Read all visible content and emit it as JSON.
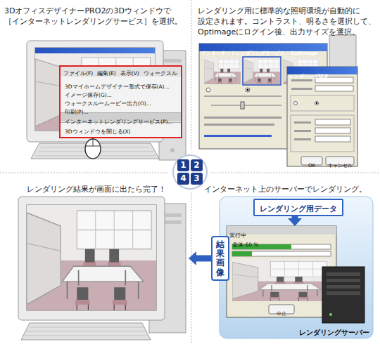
{
  "diagram": {
    "nodes": [
      {
        "text": [
          "3DオフィスデザイナーPRO2の3Dウィンドウで ［インターネットレンダリングサービス］を選択。"
        ]
      },
      {
        "text": [
          "ファイル(F)",
          "編集(E)",
          "表示(V)",
          "ウォークスル",
          "3Dマイホームデザイナー形式で保存(A)...",
          "イメージ保存(G)...",
          "ウォークスルームービー出力(O)...",
          "印刷(P)...",
          "インターネットレンダリングサービス(P)...",
          "3Dウィンドウを閉じる(X)"
        ],
        "in": 0
      },
      {
        "text": [
          "レンダリング用に標準的な照明環境が自動的に 設定されます。コントラスト、明るさを選択して、 Optimageにログイン後、出力サイズを選択。"
        ]
      },
      {
        "text": [
          "インターネットレンダリングサービス - Optimage"
        ],
        "in": 2
      },
      {
        "text": [
          "レンダリング設定",
          "OK",
          "キャンセル"
        ],
        "in": 2
      },
      {
        "text": [
          "レンダリング結果が画面に出たら完了！"
        ]
      },
      {
        "text": [
          "インターネット上のサーバーでレンダリング。"
        ]
      },
      {
        "text": [
          "レンダリング用データ"
        ],
        "in": 6
      },
      {
        "text": [
          "結果画像"
        ],
        "in": 6
      },
      {
        "text": [
          "実行中",
          "全体 60 %",
          "中止"
        ],
        "in": 6
      },
      {
        "text": [
          "レンダリングサーバー"
        ],
        "in": 6
      }
    ],
    "edges": [
      {
        "from": 7,
        "to": 9,
        "arrow": "to"
      },
      {
        "from": 8,
        "to": 5,
        "arrow": "to"
      }
    ],
    "labels": [
      "1",
      "2",
      "4",
      "3"
    ]
  }
}
